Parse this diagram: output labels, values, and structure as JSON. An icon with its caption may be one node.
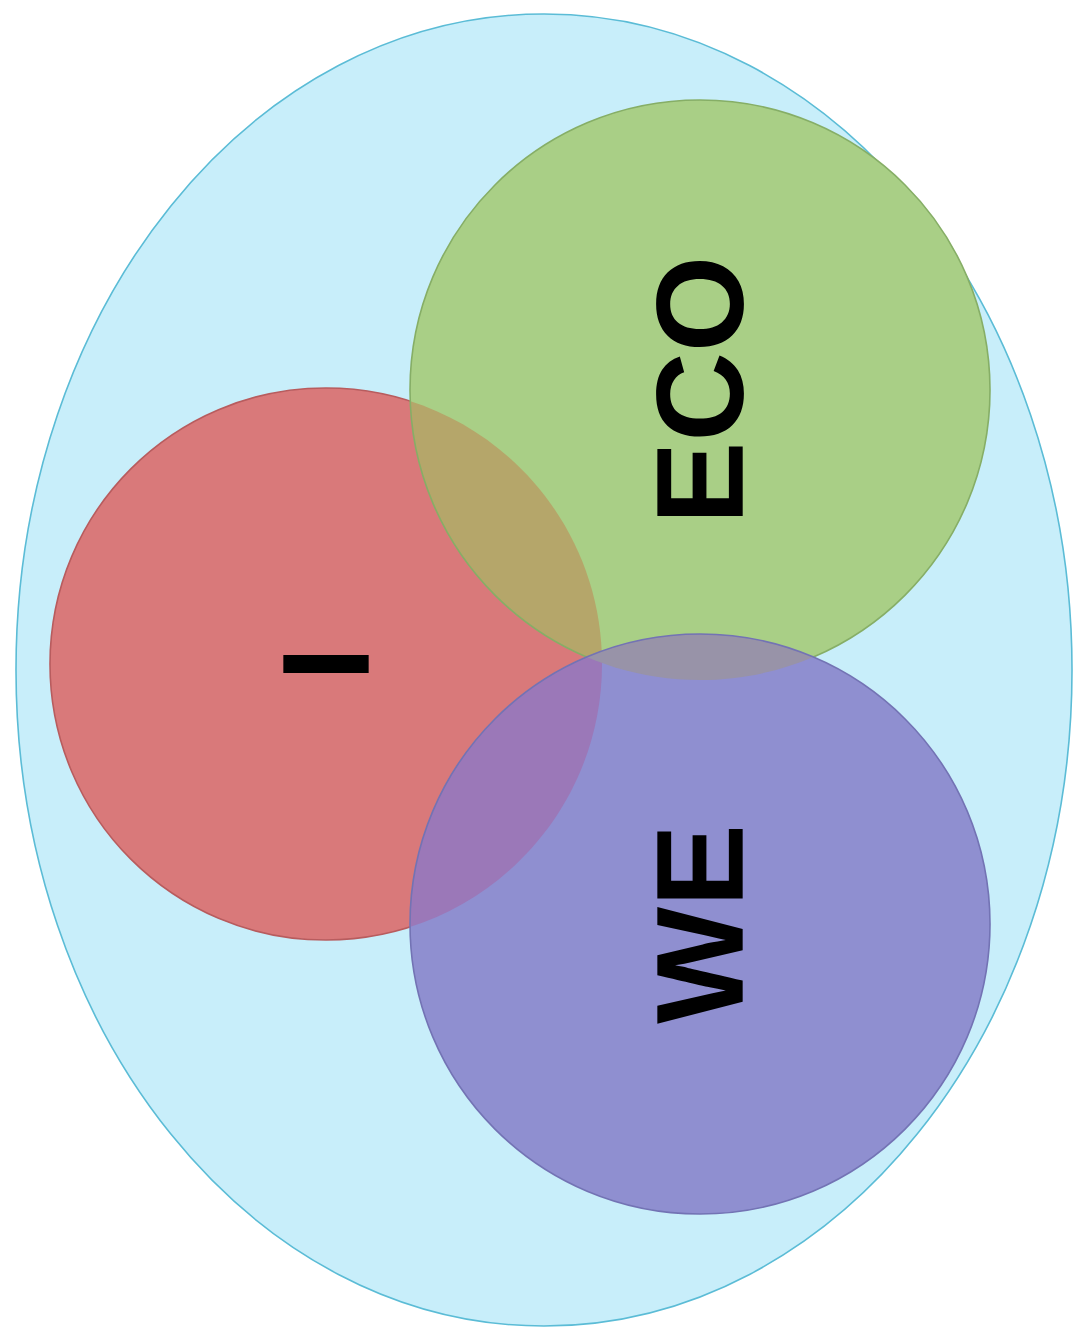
{
  "diagram": {
    "nodes": [
      {
        "text": [],
        "shape": "ellipse"
      },
      {
        "text": [
          "I"
        ],
        "in": 0
      },
      {
        "text": [
          "ECO"
        ],
        "in": 0
      },
      {
        "text": [
          "WE"
        ],
        "in": 0
      }
    ]
  }
}
